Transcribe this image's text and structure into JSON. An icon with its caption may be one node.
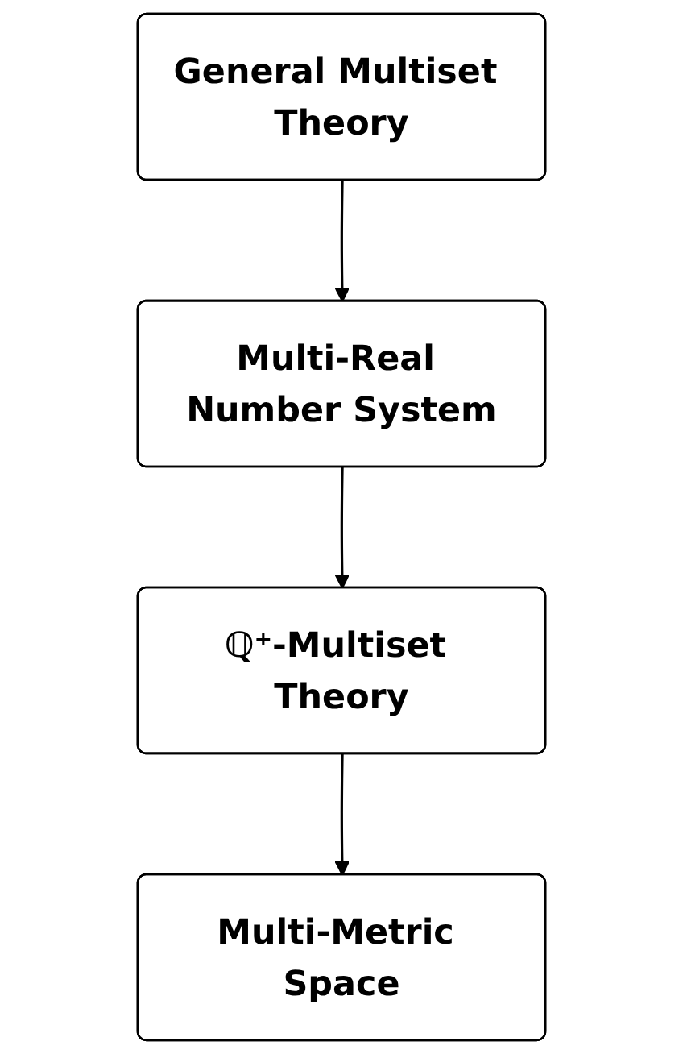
{
  "diagram": {
    "nodes": [
      {
        "text": [
          "General Multiset Theory"
        ]
      },
      {
        "text": [
          "Multi-Real Number System"
        ]
      },
      {
        "text": [
          "ℚ⁺-Multiset Theory"
        ]
      },
      {
        "text": [
          "Multi-Metric Space"
        ]
      }
    ],
    "edges": [
      {
        "from": 0,
        "to": 1,
        "arrow": "to"
      },
      {
        "from": 1,
        "to": 2,
        "arrow": "to"
      },
      {
        "from": 2,
        "to": 3,
        "arrow": "to"
      }
    ]
  }
}
